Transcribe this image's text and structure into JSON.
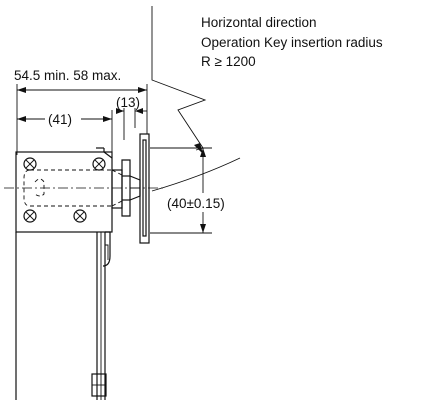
{
  "annotation": {
    "line1": "Horizontal direction",
    "line2": "Operation Key insertion radius",
    "line3": "R ≥ 1200"
  },
  "dimensions": {
    "overall_length": "54.5 min. 58 max.",
    "body_length": "(41)",
    "neck_length": "(13)",
    "key_pitch": "(40±0.15)"
  }
}
